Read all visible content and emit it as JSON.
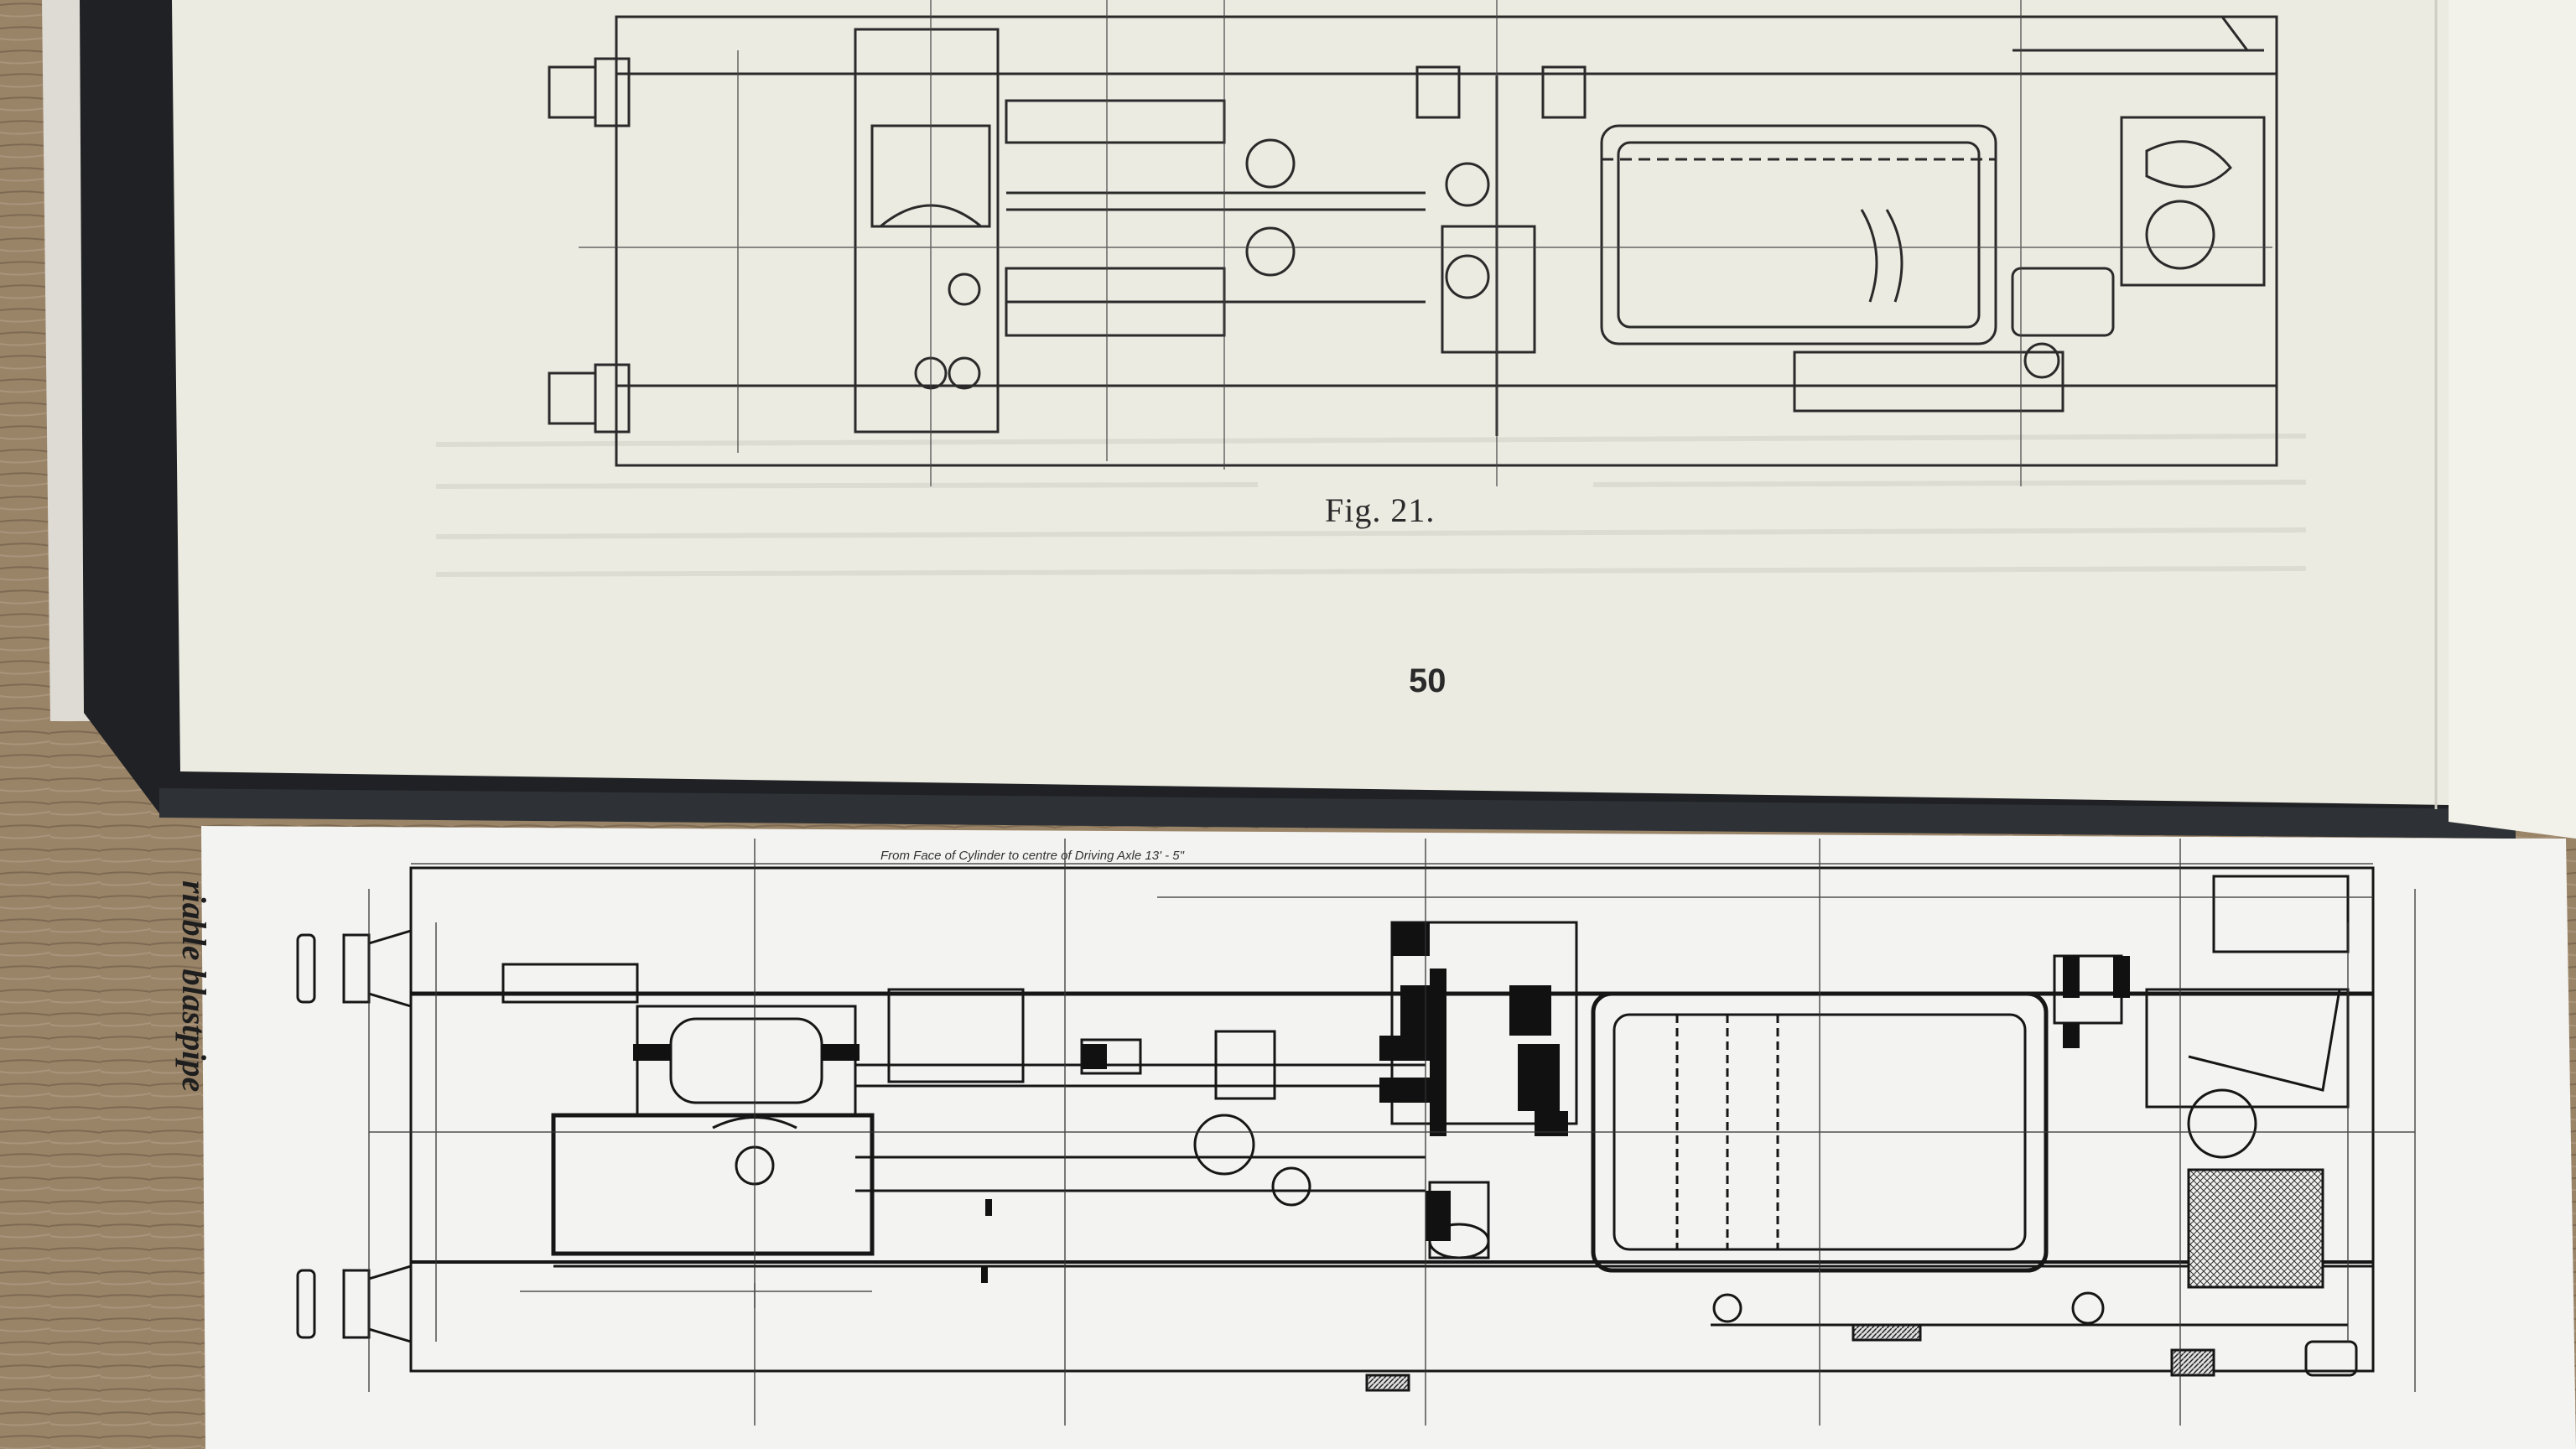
{
  "scene": {
    "description_free": true,
    "colors": {
      "table_wood": "#9a8468",
      "book_page": "#eeeee4",
      "book_cover": "#222426",
      "printout_paper": "#f4f4f2",
      "ink": "#2a2a2a"
    }
  },
  "book_page": {
    "figure_caption": "Fig. 21.",
    "page_number": "50"
  },
  "printout": {
    "side_caption": "riable blastpipe",
    "dimension_header": "From Face of Cylinder to centre of Driving Axle 13' - 5\""
  }
}
